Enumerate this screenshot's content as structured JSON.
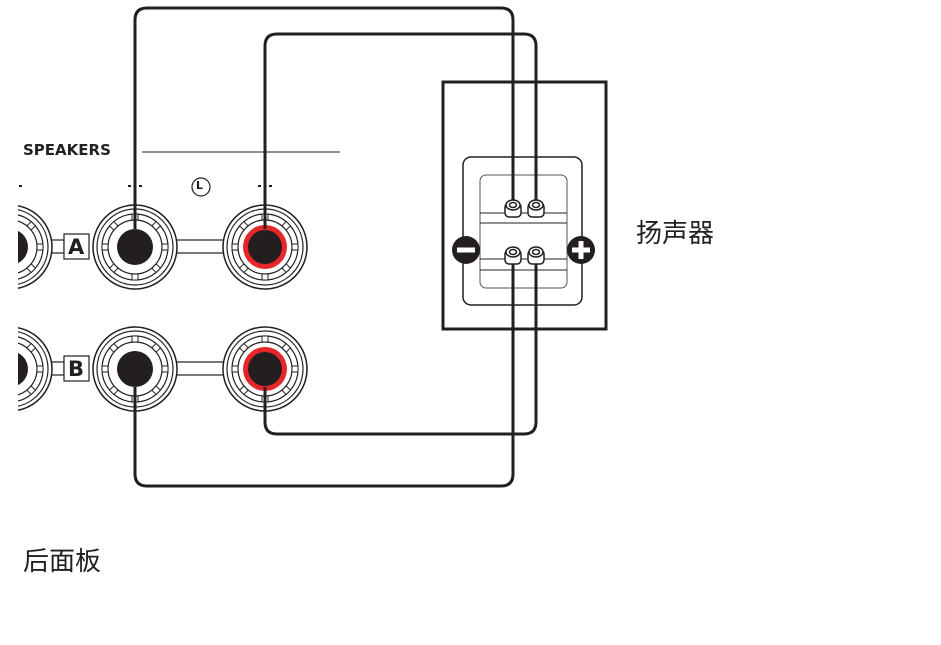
{
  "panel": {
    "section_label": "SPEAKERS",
    "channel_label": "L",
    "row_a": "A",
    "row_b": "B"
  },
  "speaker": {
    "minus": "−",
    "plus": "+"
  },
  "labels": {
    "speaker": "扬声器",
    "rear_panel": "后面板"
  },
  "colors": {
    "wire": "#231f20",
    "positive": "#e5262a"
  }
}
